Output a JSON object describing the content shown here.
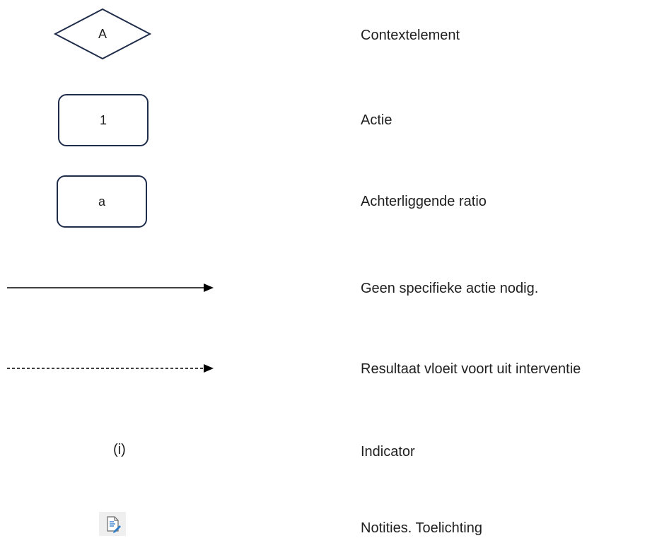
{
  "legend": {
    "items": [
      {
        "symbol": "A",
        "description": "Contextelement"
      },
      {
        "symbol": "1",
        "description": "Actie"
      },
      {
        "symbol": "a",
        "description": "Achterliggende ratio"
      },
      {
        "symbol": "",
        "description": "Geen specifieke actie nodig."
      },
      {
        "symbol": "",
        "description": "Resultaat vloeit voort uit interventie"
      },
      {
        "symbol": "(i)",
        "description": "Indicator"
      },
      {
        "symbol": "",
        "description": "Notities. Toelichting"
      }
    ],
    "icons": {
      "diamond": "diamond-shape",
      "rounded_box": "rounded-rectangle",
      "solid_arrow": "arrow-right",
      "dashed_arrow": "dashed-arrow-right",
      "notes": "notes-edit-icon"
    },
    "colors": {
      "shape_stroke": "#1f2d4a",
      "text": "#1f1f1f"
    }
  }
}
